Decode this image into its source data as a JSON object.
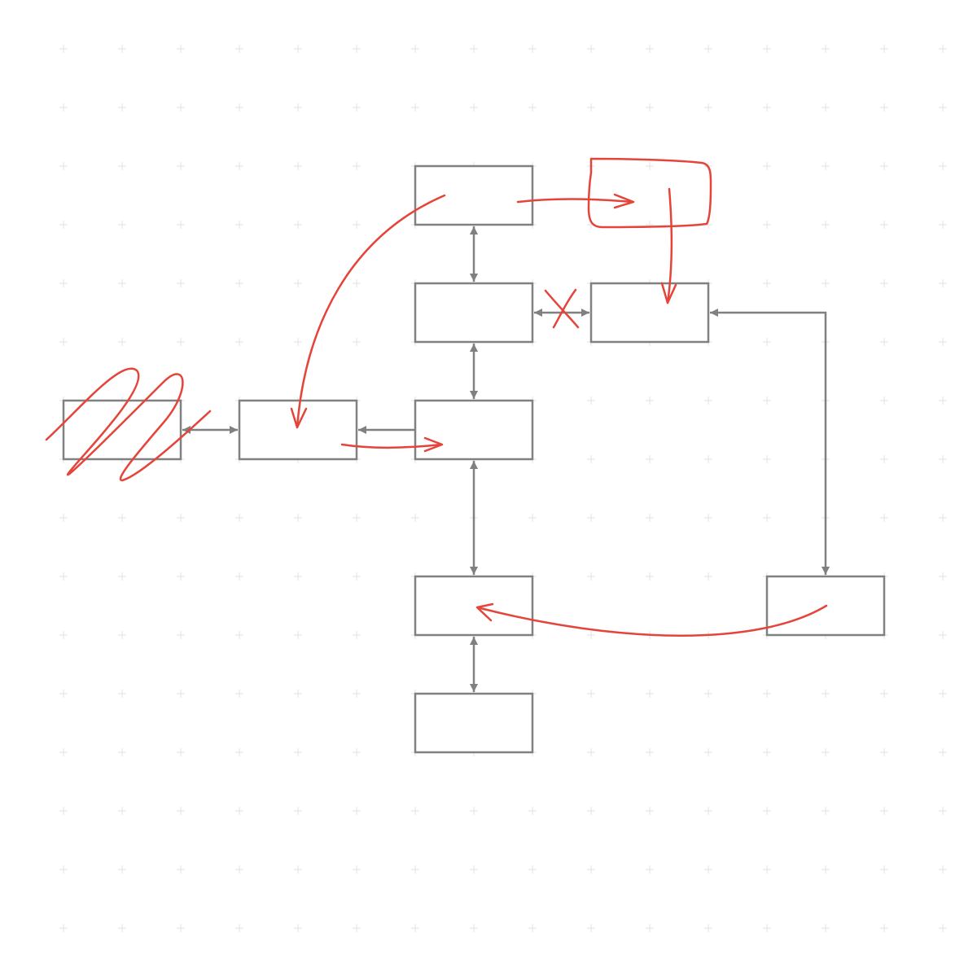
{
  "colors": {
    "background": "#ffffff",
    "grid": "#ebebeb",
    "node_stroke": "#808080",
    "connector": "#808080",
    "markup": "#e5443a"
  },
  "diagram": {
    "nodes": [
      {
        "id": "top"
      },
      {
        "id": "mid-left"
      },
      {
        "id": "mid-right"
      },
      {
        "id": "center"
      },
      {
        "id": "left"
      },
      {
        "id": "far-left"
      },
      {
        "id": "lower"
      },
      {
        "id": "bottom"
      },
      {
        "id": "right"
      }
    ],
    "connectors": [
      {
        "from": "top",
        "to": "mid-left",
        "heads": "both"
      },
      {
        "from": "mid-left",
        "to": "center",
        "heads": "both"
      },
      {
        "from": "mid-left",
        "to": "mid-right",
        "heads": "both"
      },
      {
        "from": "center",
        "to": "left",
        "heads": "end"
      },
      {
        "from": "left",
        "to": "far-left",
        "heads": "both"
      },
      {
        "from": "center",
        "to": "lower",
        "heads": "both"
      },
      {
        "from": "lower",
        "to": "bottom",
        "heads": "both"
      },
      {
        "from": "mid-right",
        "to": "right",
        "heads": "both"
      }
    ],
    "annotations": [
      {
        "type": "scribble",
        "target": "far-left"
      },
      {
        "type": "cross",
        "target": "mid-left-to-mid-right-connector"
      },
      {
        "type": "circle",
        "target": "top-right-region"
      },
      {
        "type": "arrow",
        "from": "top",
        "to": "left"
      },
      {
        "type": "arrow",
        "from": "top",
        "to": "top-right-region"
      },
      {
        "type": "arrow",
        "from": "top-right-region",
        "to": "mid-right"
      },
      {
        "type": "arrow",
        "from": "left",
        "to": "center"
      },
      {
        "type": "arrow",
        "from": "right",
        "to": "lower"
      }
    ]
  }
}
